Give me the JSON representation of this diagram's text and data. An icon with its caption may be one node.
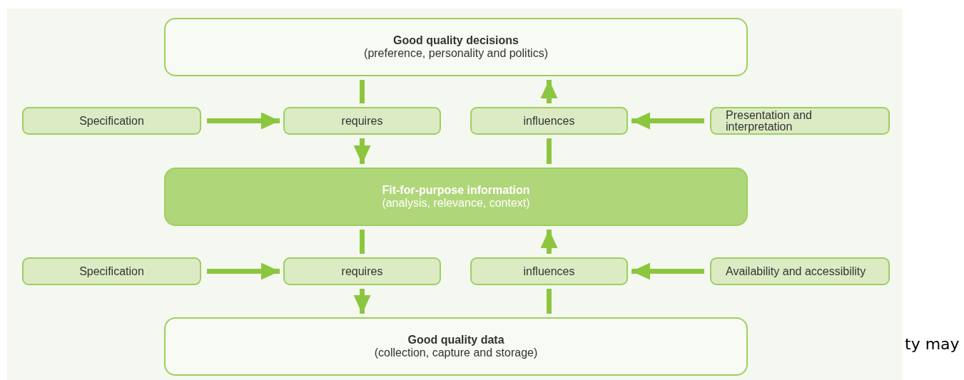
{
  "diagram": {
    "nodes": [
      {
        "text": [
          "Good quality decisions",
          "(preference, personality and politics)"
        ]
      },
      {
        "text": [
          "Specification"
        ]
      },
      {
        "text": [
          "requires"
        ]
      },
      {
        "text": [
          "influences"
        ]
      },
      {
        "text": [
          "Presentation and interpretation"
        ]
      },
      {
        "text": [
          "Fit-for-purpose information",
          "(analysis, relevance, context)"
        ]
      },
      {
        "text": [
          "Specification"
        ]
      },
      {
        "text": [
          "requires"
        ]
      },
      {
        "text": [
          "influences"
        ]
      },
      {
        "text": [
          "Availability and accessibility"
        ]
      },
      {
        "text": [
          "Good quality data",
          "(collection, capture and storage)"
        ]
      }
    ],
    "edges": [
      {
        "from": 1,
        "to": 2,
        "arrow": "to"
      },
      {
        "from": 0,
        "to": 2,
        "arrow": "none"
      },
      {
        "from": 2,
        "to": 5,
        "arrow": "to"
      },
      {
        "from": 5,
        "to": 3,
        "arrow": "none"
      },
      {
        "from": 3,
        "to": 0,
        "arrow": "to"
      },
      {
        "from": 4,
        "to": 3,
        "arrow": "to"
      },
      {
        "from": 6,
        "to": 7,
        "arrow": "to"
      },
      {
        "from": 5,
        "to": 7,
        "arrow": "none"
      },
      {
        "from": 7,
        "to": 10,
        "arrow": "to"
      },
      {
        "from": 10,
        "to": 8,
        "arrow": "none"
      },
      {
        "from": 8,
        "to": 5,
        "arrow": "to"
      },
      {
        "from": 9,
        "to": 8,
        "arrow": "to"
      }
    ],
    "labels": [
      "ty may"
    ]
  }
}
